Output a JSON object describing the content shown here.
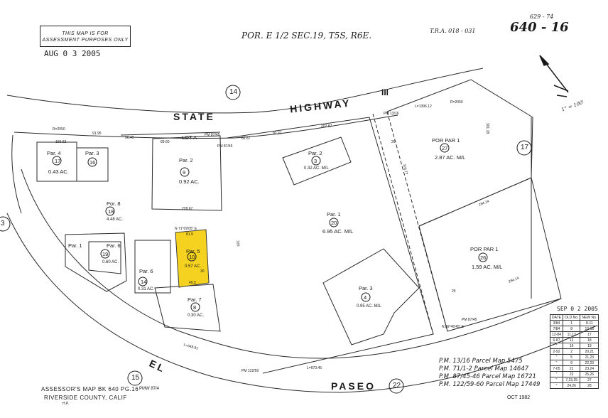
{
  "header": {
    "notice_line1": "THIS MAP IS FOR",
    "notice_line2": "ASSESSMENT PURPOSES ONLY",
    "date_stamp": "AUG 0 3 2005",
    "section": "POR. E 1/2 SEC.19, T5S, R6E.",
    "tra": "T.R.A. 018 - 031",
    "book_small": "629 - 74",
    "book_page": "640 - 16",
    "scale": "1\" = 100'"
  },
  "roads": {
    "state": "STATE",
    "highway": "HIGHWAY",
    "route_number": "III",
    "el": "EL",
    "paseo": "PASEO",
    "lot_a": "LOT A"
  },
  "circles": [
    "14",
    "15",
    "22",
    "17",
    "3"
  ],
  "parcels": [
    {
      "par": "Par. 4",
      "num": "17",
      "area": "0.43 AC."
    },
    {
      "par": "Par. 3",
      "num": "16",
      "area": ""
    },
    {
      "par": "Par. 2",
      "num": "9",
      "area": "0.92 AC."
    },
    {
      "par": "Par. 2",
      "num": "3",
      "area": "0.32 AC. M/L"
    },
    {
      "par": "POR PAR 1",
      "num": "27",
      "area": "2.87 AC. M/L"
    },
    {
      "par": "Par. 1",
      "num": "20",
      "area": "6.95 AC. M/L"
    },
    {
      "par": "POR PAR 1",
      "num": "26",
      "area": "1.59 AC. M/L"
    },
    {
      "par": "Por. 8",
      "num": "18",
      "area": "4.48 AC."
    },
    {
      "par": "Par. 6",
      "num": "19",
      "area": "0.60 AC."
    },
    {
      "par": "Par. 1",
      "num": "",
      "area": ""
    },
    {
      "par": "Par. 6",
      "num": "14",
      "area": "0.31 AC."
    },
    {
      "par": "Par. 5",
      "num": "10",
      "area": "0.57 AC."
    },
    {
      "par": "Par. 7",
      "num": "8",
      "area": "0.30 AC."
    },
    {
      "par": "Par. 3",
      "num": "4",
      "area": "0.95 AC. M/L"
    }
  ],
  "highlight_color": "#f5d21f",
  "revision_stamp": "SEP 0 2 2005",
  "revision_table": {
    "headers": [
      "DATE",
      "OLD No.",
      "NEW No."
    ],
    "rows": [
      [
        "3/84",
        "1",
        "8-11"
      ],
      [
        "7/84",
        "8",
        "12-16"
      ],
      [
        "12-84",
        "11,13",
        "17"
      ],
      [
        "6-87",
        "12",
        "18"
      ],
      [
        "\"",
        "16",
        "19"
      ],
      [
        "2-92",
        "2",
        "20,21"
      ],
      [
        "\"",
        "5",
        "21,23"
      ],
      [
        "\"",
        "6",
        "22,23"
      ],
      [
        "7-05",
        "21",
        "23,24"
      ],
      [
        "\"",
        "22",
        "25,26"
      ],
      [
        "\"",
        "7,23,25",
        "27"
      ],
      [
        "\"",
        "24,26",
        "28"
      ]
    ]
  },
  "map_notes": [
    "P.M. 13/16 Parcel Map 5475",
    "P.M. 71/1-2 Parcel Map 14647",
    "P.M. 87/45-46 Parcel Map 16721",
    "P.M. 122/59-60 Parcel Map 17449"
  ],
  "footer": {
    "line1": "ASSESSOR'S MAP BK 640 PG.16",
    "line2": "RIVERSIDE COUNTY, CALIF",
    "pm": "PMW 87/4",
    "date": "OCT 1982",
    "initials": "H.P."
  },
  "dims": {
    "d1": "91.95",
    "d2": "96.49",
    "d3": "82.87",
    "d4": "92.37",
    "d5": "202.87",
    "d6": "165.62",
    "d7": "89.60",
    "d8": "228.67",
    "d9": "284.14",
    "d10": "284.14",
    "d11": "L=673.45",
    "d12": "L=648.81",
    "d13": "L=1396.12",
    "d14": "R=2050",
    "d15": "R=2050",
    "d16": "N 71°09'05\" E",
    "d17": "N 89°46'45\" E",
    "d18": "PM 13/16",
    "d19": "PM 87/45",
    "d20": "PM 122/59",
    "d21": "PM 87/45",
    "d22": "PM 87/45",
    "d23": "25",
    "d24": "25",
    "d25": "301.18",
    "d26": "376.77",
    "d27": "325",
    "d28": "49.5",
    "d29": "81.9",
    "d30": "30"
  }
}
